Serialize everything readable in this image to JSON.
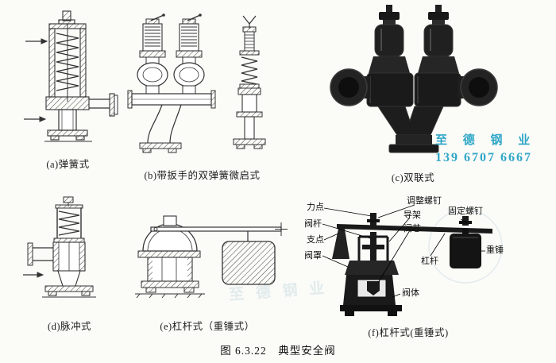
{
  "figure": {
    "caption": "图 6.3.22　典型安全阀",
    "labels": {
      "a": "(a)弹簧式",
      "b": "(b)带扳手的双弹簧微启式",
      "c": "(c)双联式",
      "d": "(d)脉冲式",
      "e": "(e)杠杆式（重锤式）",
      "f": "(f)杠杆式(重锤式)"
    },
    "f_parts": {
      "force_point": "力点",
      "valve_stem": "阀杆",
      "fulcrum": "支点",
      "valve_cover": "阀罩",
      "adjusting_screw": "调整螺钉",
      "guide_frame": "导架",
      "valve_core": "阀芯",
      "fixing_screw": "固定螺钉",
      "lever": "杠杆",
      "weight": "重锤",
      "valve_body": "阀体"
    },
    "watermark": {
      "company": "至 德 钢 业",
      "phone": "139 6707 6667"
    }
  },
  "colors": {
    "watermark_blue": "#2fa7c7",
    "line_ink": "#333333",
    "photo_dark": "#1a1a1a",
    "paper": "#fbfbf8"
  }
}
